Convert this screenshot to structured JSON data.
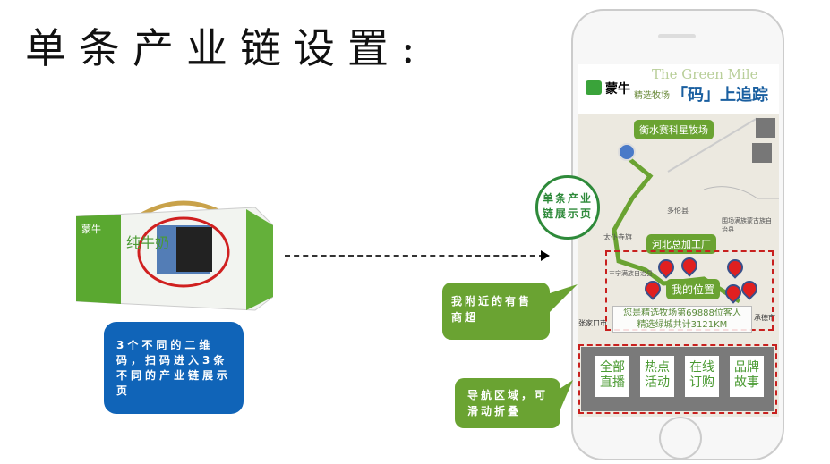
{
  "title": "单条产业链设置:",
  "product": {
    "brand": "蒙牛",
    "name": "纯牛奶"
  },
  "qr_note": "3个不同的二维码，扫码进入3条不同的产业链展示页",
  "circle_label": "单条产业链展示页",
  "callouts": {
    "stores": "我附近的有售商超",
    "nav": "导航区域，可滑动折叠"
  },
  "phone": {
    "header": {
      "brand": "蒙牛",
      "slogan_en": "The Green Mile",
      "slogan_small": "精选牧场",
      "slogan_cn": "「码」上追踪"
    },
    "map": {
      "farm": "衡水赛科星牧场",
      "factory": "河北总加工厂",
      "my_location": "我的位置",
      "info_line1": "您是精选牧场第69888位客人",
      "info_line2": "精选绿城共计3121KM",
      "places": [
        "多伦县",
        "太仆寺旗",
        "丰宁满族自治县",
        "张家口市",
        "围场满族蒙古族自治县",
        "承德市"
      ]
    },
    "nav": [
      "全部直播",
      "热点活动",
      "在线订购",
      "品牌故事"
    ]
  },
  "colors": {
    "green": "#6aa332",
    "blue": "#1064b8",
    "red": "#d02020"
  }
}
